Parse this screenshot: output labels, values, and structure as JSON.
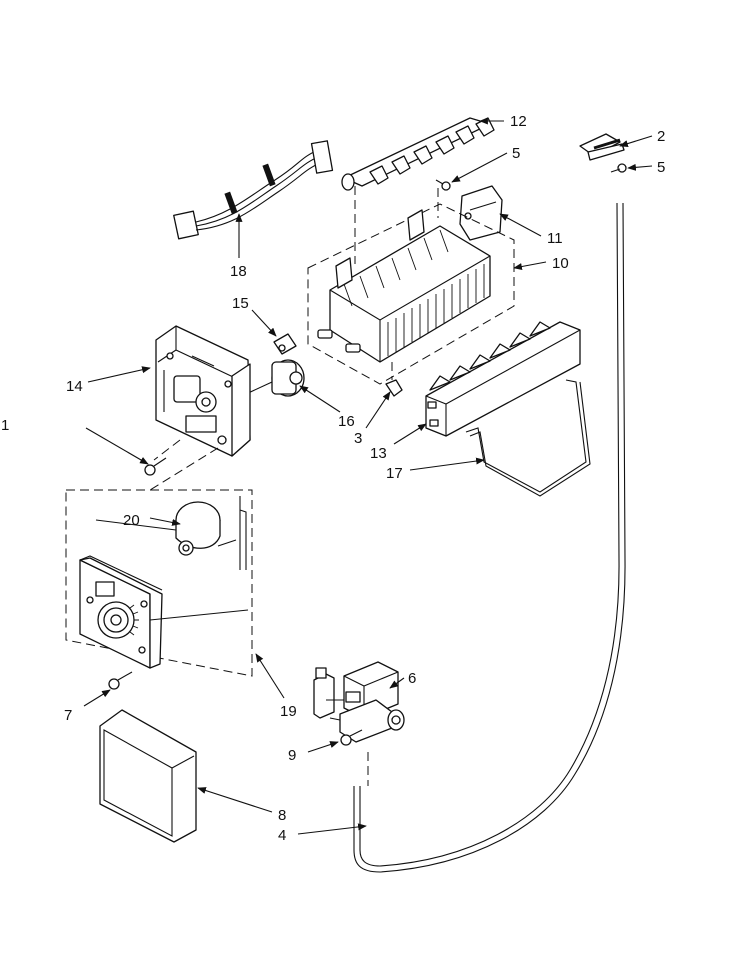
{
  "callouts": [
    {
      "id": "c1",
      "text": "1"
    },
    {
      "id": "c2",
      "text": "2"
    },
    {
      "id": "c3",
      "text": "3"
    },
    {
      "id": "c4",
      "text": "4"
    },
    {
      "id": "c5a",
      "text": "5"
    },
    {
      "id": "c5b",
      "text": "5"
    },
    {
      "id": "c6",
      "text": "6"
    },
    {
      "id": "c7",
      "text": "7"
    },
    {
      "id": "c8",
      "text": "8"
    },
    {
      "id": "c9",
      "text": "9"
    },
    {
      "id": "c10",
      "text": "10"
    },
    {
      "id": "c11",
      "text": "11"
    },
    {
      "id": "c12",
      "text": "12"
    },
    {
      "id": "c13",
      "text": "13"
    },
    {
      "id": "c14",
      "text": "14"
    },
    {
      "id": "c15",
      "text": "15"
    },
    {
      "id": "c16",
      "text": "16"
    },
    {
      "id": "c17",
      "text": "17"
    },
    {
      "id": "c18",
      "text": "18"
    },
    {
      "id": "c19",
      "text": "19"
    },
    {
      "id": "c20",
      "text": "20"
    }
  ]
}
